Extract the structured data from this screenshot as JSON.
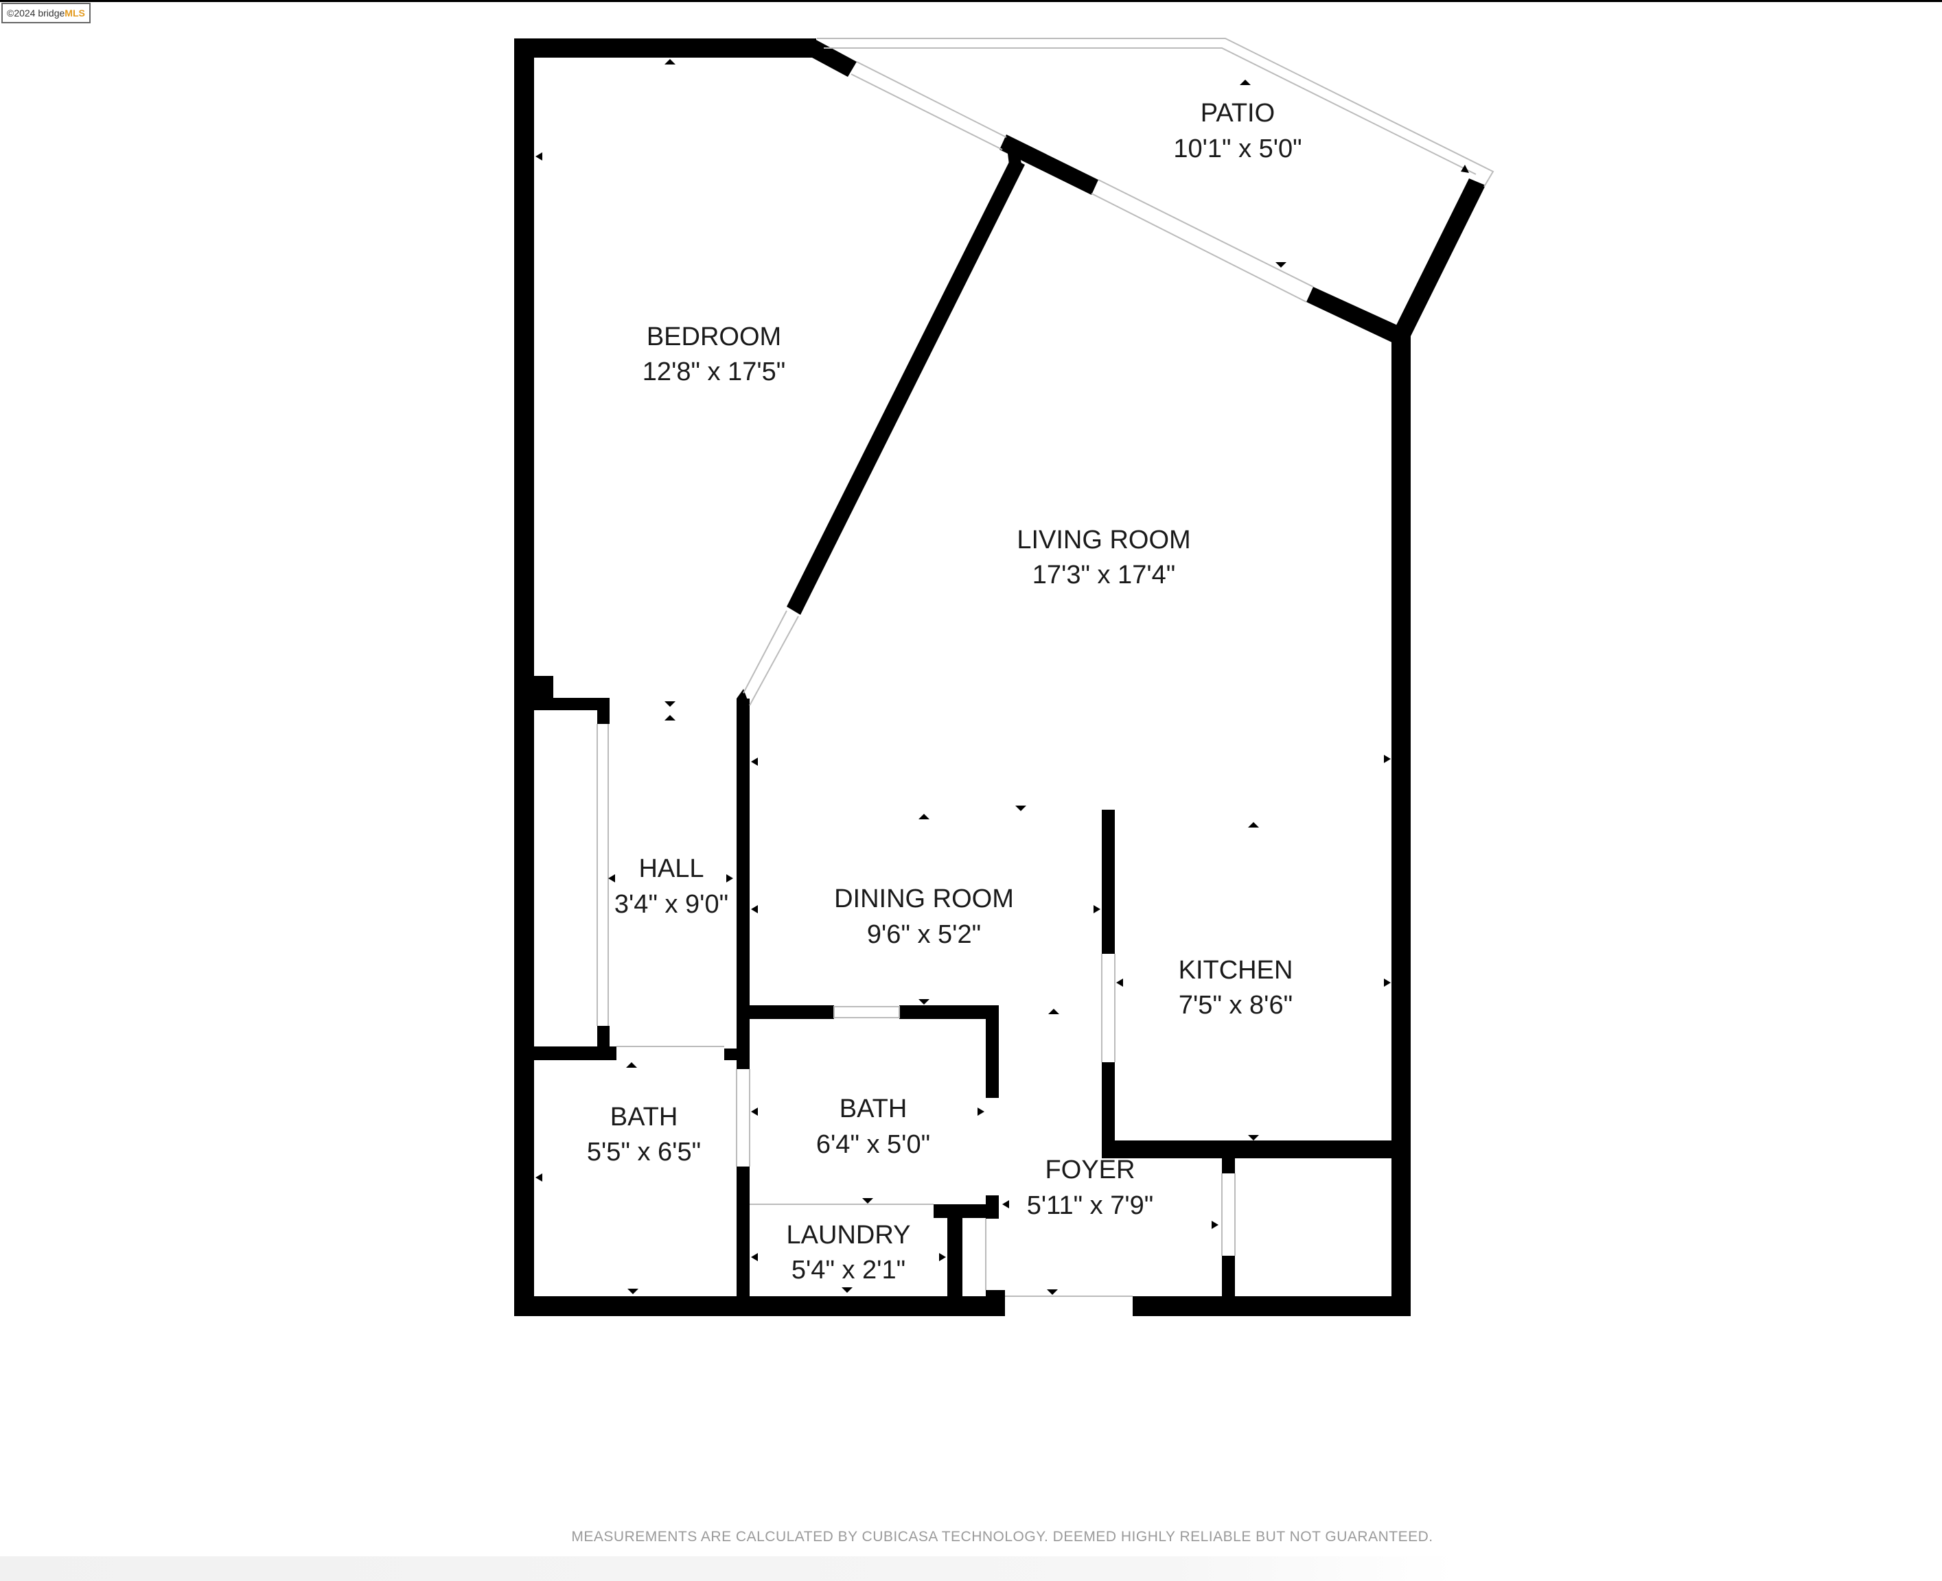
{
  "watermark": {
    "prefix": "©2024 bridge",
    "brand": "MLS"
  },
  "rooms": [
    {
      "id": "bedroom",
      "name": "BEDROOM",
      "dims": "12'8\" x 17'5\""
    },
    {
      "id": "patio",
      "name": "PATIO",
      "dims": "10'1\" x 5'0\""
    },
    {
      "id": "living",
      "name": "LIVING ROOM",
      "dims": "17'3\" x 17'4\""
    },
    {
      "id": "hall",
      "name": "HALL",
      "dims": "3'4\" x 9'0\""
    },
    {
      "id": "dining",
      "name": "DINING ROOM",
      "dims": "9'6\" x 5'2\""
    },
    {
      "id": "kitchen",
      "name": "KITCHEN",
      "dims": "7'5\" x 8'6\""
    },
    {
      "id": "bath1",
      "name": "BATH",
      "dims": "5'5\" x 6'5\""
    },
    {
      "id": "bath2",
      "name": "BATH",
      "dims": "6'4\" x 5'0\""
    },
    {
      "id": "foyer",
      "name": "FOYER",
      "dims": "5'11\" x 7'9\""
    },
    {
      "id": "laundry",
      "name": "LAUNDRY",
      "dims": "5'4\" x 2'1\""
    }
  ],
  "disclaimer": "MEASUREMENTS ARE CALCULATED BY CUBICASA TECHNOLOGY. DEEMED HIGHLY RELIABLE BUT NOT GUARANTEED.",
  "colors": {
    "wall": "#000000",
    "opening": "#bbbbbb",
    "text": "#1a1a1a",
    "disclaimer": "#9a9a9a",
    "brand": "#e39a1e"
  }
}
